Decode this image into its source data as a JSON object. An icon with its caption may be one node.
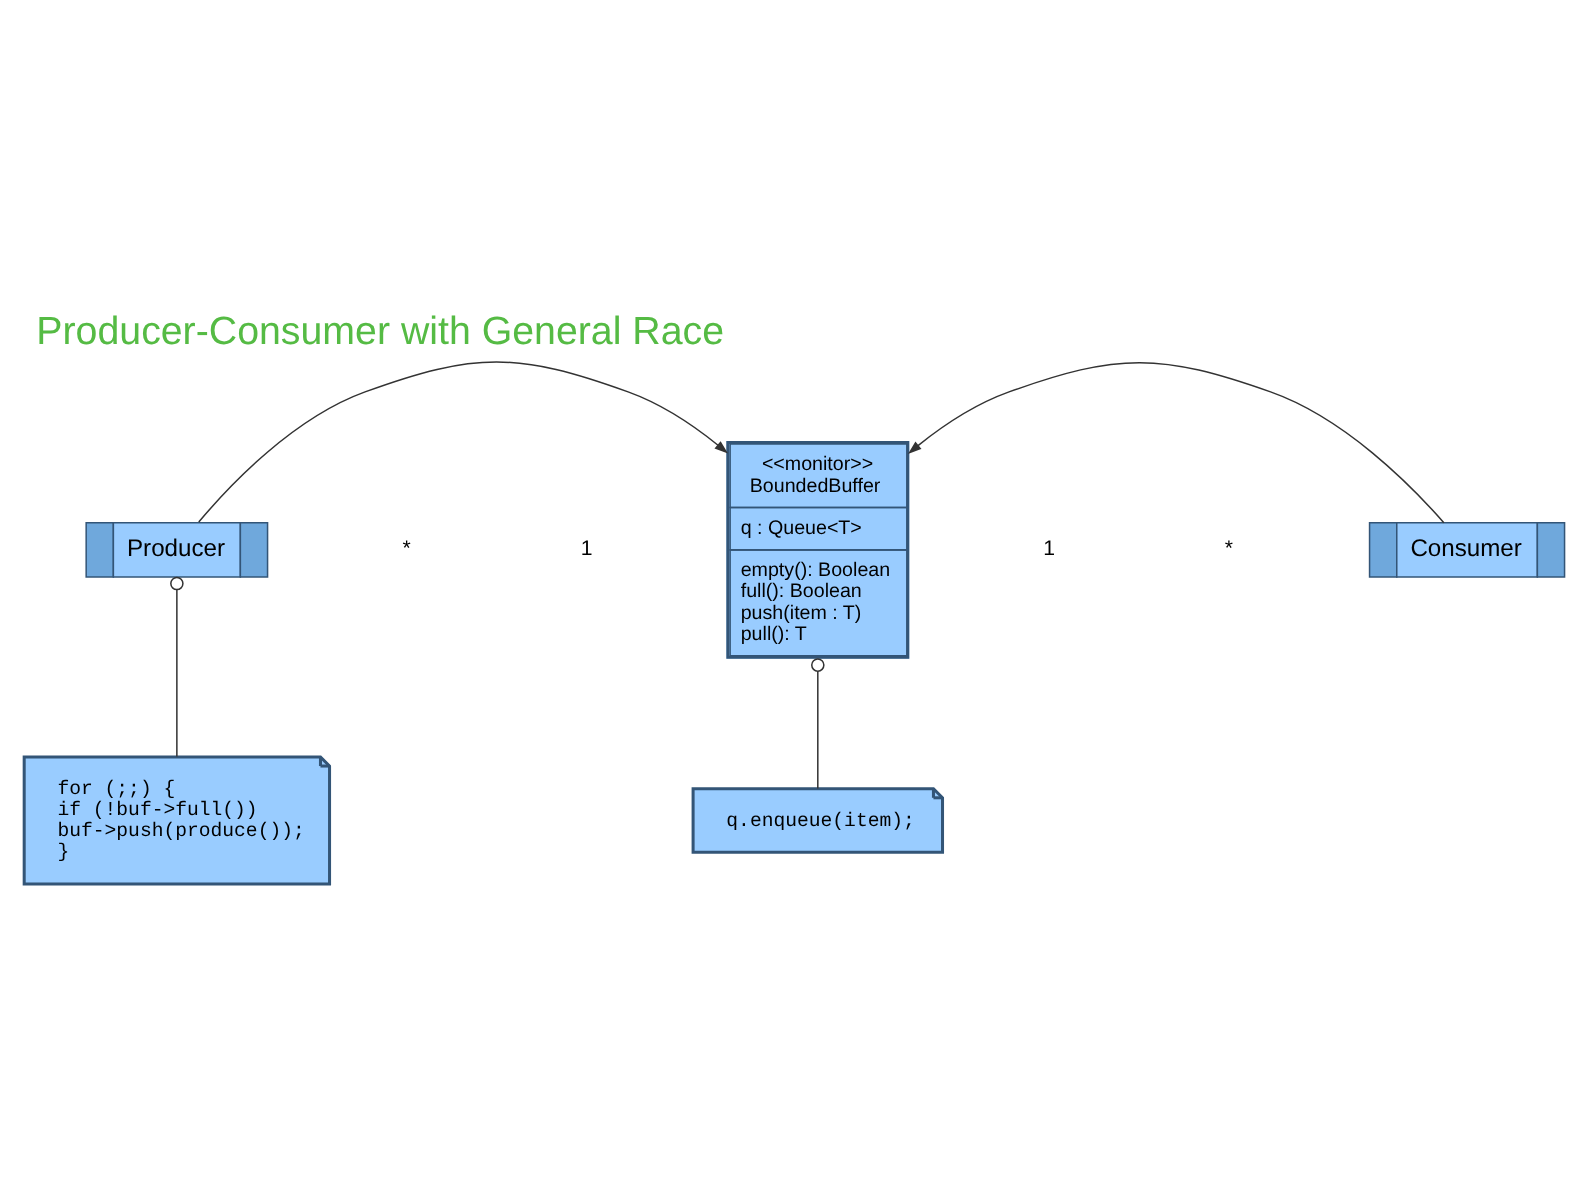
{
  "diagram": {
    "title": "Producer-Consumer with General Race",
    "nodes": [
      {
        "text": [
          "Producer"
        ]
      },
      {
        "text": [
          "<<monitor>>",
          "BoundedBuffer",
          "q : Queue<T>",
          "empty(): Boolean",
          "full(): Boolean",
          "push(item : T)",
          "pull(): T"
        ]
      },
      {
        "text": [
          "Consumer"
        ]
      },
      {
        "text": [
          "for (;;) {",
          "if (!buf->full())",
          "buf->push(produce());",
          "}"
        ]
      },
      {
        "text": [
          "q.enqueue(item);"
        ]
      }
    ],
    "edges": [
      {
        "from": 0,
        "to": 1,
        "arrow": "to"
      },
      {
        "from": 2,
        "to": 1,
        "arrow": "to"
      },
      {
        "from": 0,
        "to": 3,
        "arrow": "other"
      },
      {
        "from": 1,
        "to": 4,
        "arrow": "other"
      }
    ],
    "labels": [
      "*",
      "1",
      "1",
      "*"
    ]
  }
}
